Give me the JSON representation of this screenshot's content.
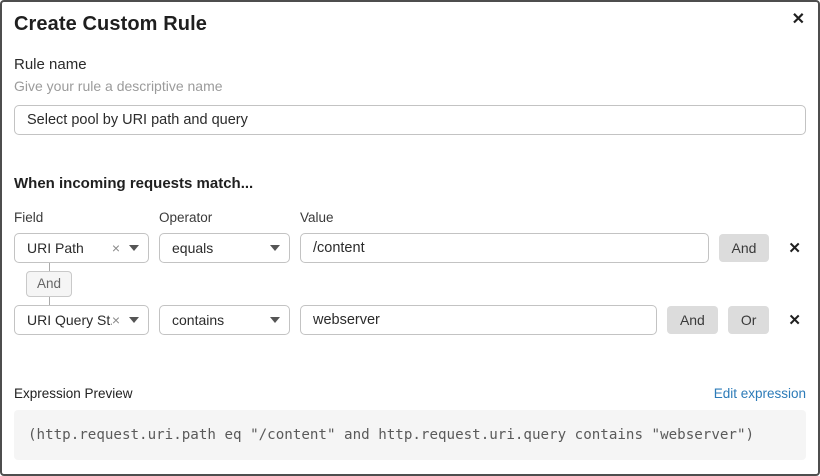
{
  "dialog": {
    "title": "Create Custom Rule"
  },
  "icons": {
    "close": "✕",
    "clear": "×",
    "remove": "✕"
  },
  "rule_name": {
    "label": "Rule name",
    "helper": "Give your rule a descriptive name",
    "value": "Select pool by URI path and query"
  },
  "matcher": {
    "heading": "When incoming requests match...",
    "columns": {
      "field": "Field",
      "operator": "Operator",
      "value": "Value"
    },
    "connector": "And",
    "rows": [
      {
        "field": "URI Path",
        "operator": "equals",
        "value": "/content",
        "and_label": "And"
      },
      {
        "field": "URI Query St...",
        "operator": "contains",
        "value": "webserver",
        "and_label": "And",
        "or_label": "Or"
      }
    ]
  },
  "expression": {
    "label": "Expression Preview",
    "edit_link": "Edit expression",
    "code": "(http.request.uri.path eq \"/content\" and http.request.uri.query contains \"webserver\")"
  },
  "colors": {
    "link_blue": "#2c7bb8",
    "button_gray": "#dcdcdc",
    "code_background": "#f5f5f5",
    "border_gray": "#c3c3c3"
  }
}
